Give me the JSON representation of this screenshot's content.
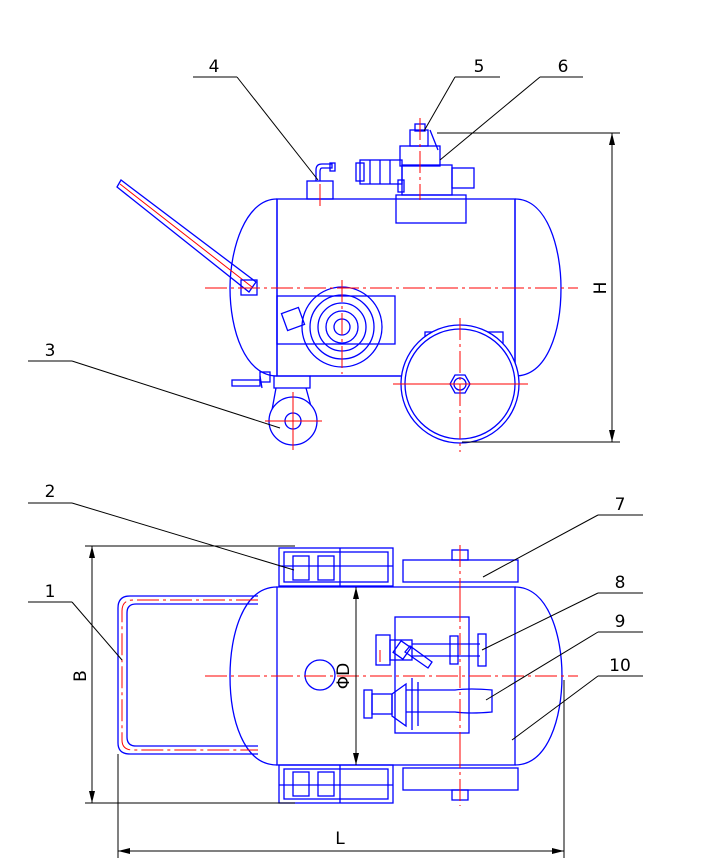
{
  "callouts": {
    "c1": "1",
    "c2": "2",
    "c3": "3",
    "c4": "4",
    "c5": "5",
    "c6": "6",
    "c7": "7",
    "c8": "8",
    "c9": "9",
    "c10": "10"
  },
  "dimensions": {
    "height": "H",
    "width": "B",
    "length": "L",
    "diameter": "ΦD"
  },
  "colors": {
    "outline": "#0000ff",
    "centerline": "#ff0000",
    "leader": "#000000"
  }
}
